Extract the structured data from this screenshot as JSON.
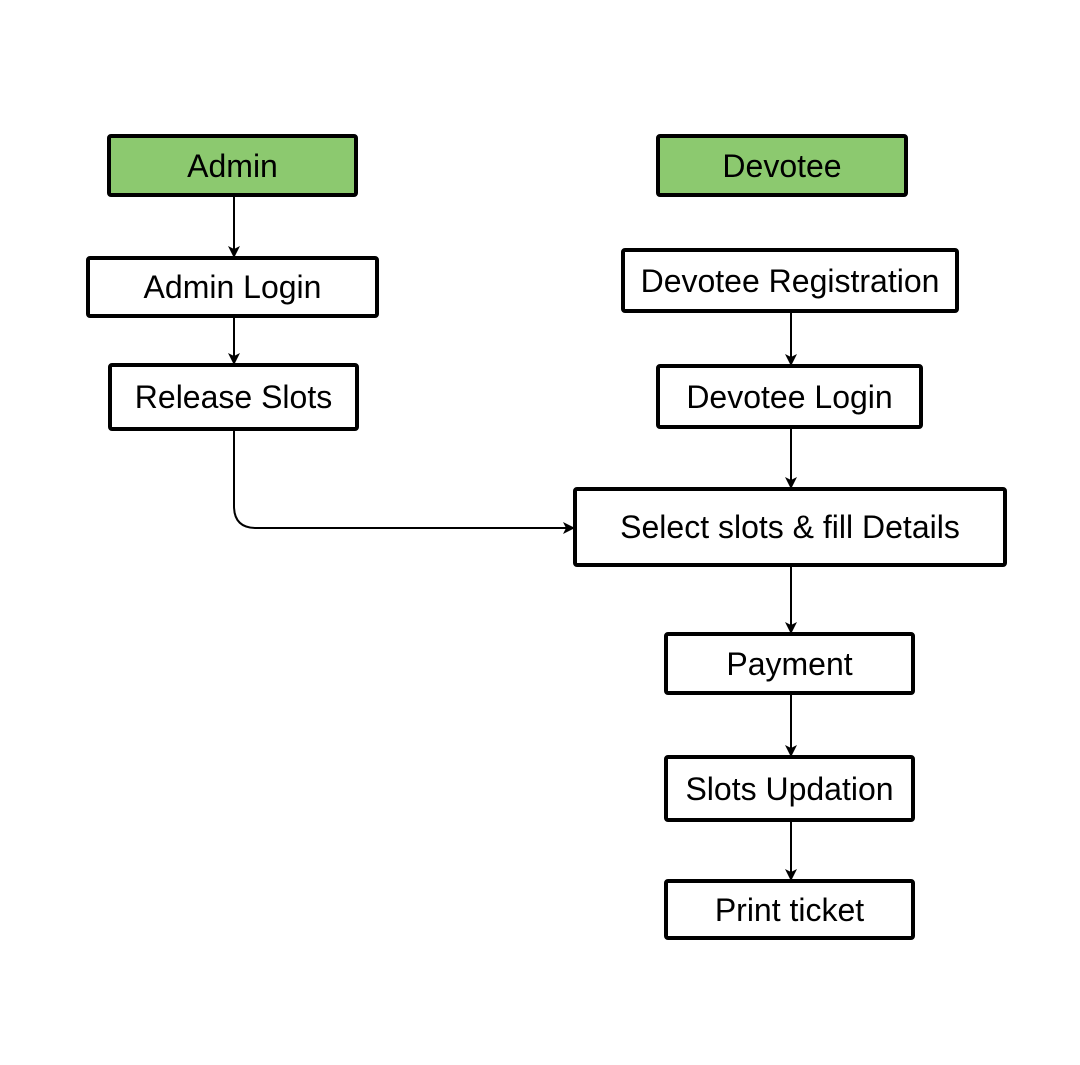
{
  "diagram": {
    "colors": {
      "root_fill": "#8cc96f",
      "node_fill": "#ffffff",
      "stroke": "#000000"
    },
    "nodes": {
      "admin": "Admin",
      "admin_login": "Admin Login",
      "release_slots": "Release Slots",
      "devotee": "Devotee",
      "devotee_registration": "Devotee Registration",
      "devotee_login": "Devotee Login",
      "select_slots": "Select slots & fill Details",
      "payment": "Payment",
      "slots_updation": "Slots Updation",
      "print_ticket": "Print ticket"
    },
    "edges": [
      {
        "from": "admin",
        "to": "admin_login"
      },
      {
        "from": "admin_login",
        "to": "release_slots"
      },
      {
        "from": "release_slots",
        "to": "select_slots"
      },
      {
        "from": "devotee_registration",
        "to": "devotee_login"
      },
      {
        "from": "devotee_login",
        "to": "select_slots"
      },
      {
        "from": "select_slots",
        "to": "payment"
      },
      {
        "from": "payment",
        "to": "slots_updation"
      },
      {
        "from": "slots_updation",
        "to": "print_ticket"
      }
    ]
  }
}
